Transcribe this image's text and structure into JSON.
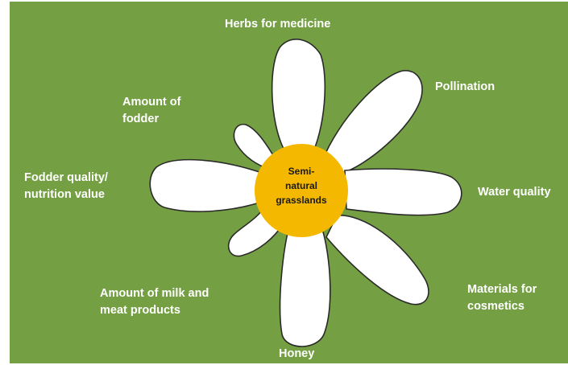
{
  "diagram": {
    "center_label": "Semi-\nnatural\ngrasslands",
    "petals": [
      {
        "id": "herbs",
        "label": "Herbs for medicine"
      },
      {
        "id": "pollination",
        "label": "Pollination"
      },
      {
        "id": "water",
        "label": "Water quality"
      },
      {
        "id": "cosmetics",
        "label": "Materials for\ncosmetics"
      },
      {
        "id": "honey",
        "label": "Honey"
      },
      {
        "id": "milk",
        "label": "Amount of milk and\nmeat products"
      },
      {
        "id": "fodder-quality",
        "label": "Fodder quality/\nnutrition value"
      },
      {
        "id": "fodder-amount",
        "label": "Amount of\nfodder"
      }
    ]
  },
  "colors": {
    "background": "#74a043",
    "petal": "#ffffff",
    "center": "#f5b800",
    "label_text": "#ffffff",
    "center_text": "#1a1a1a"
  }
}
